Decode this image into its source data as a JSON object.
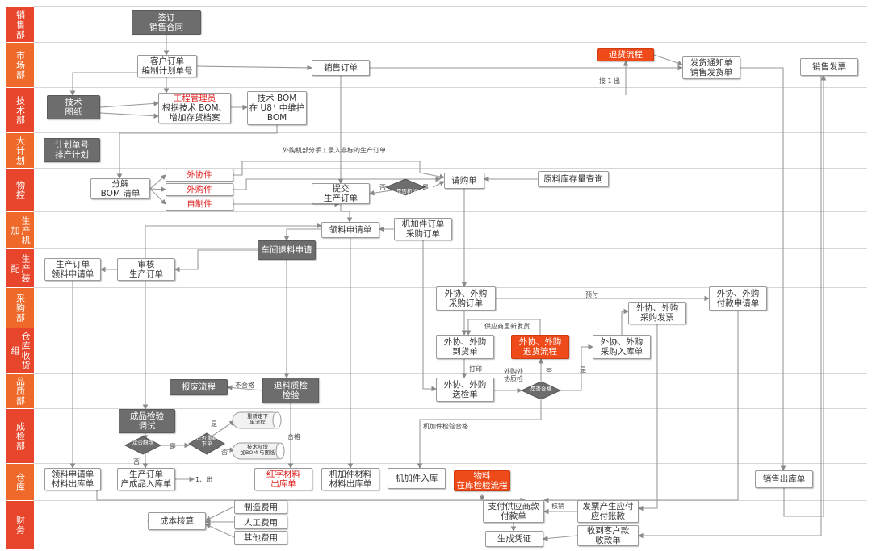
{
  "lanes": [
    {
      "id": "sales",
      "label": "销售部"
    },
    {
      "id": "market",
      "label": "市场部"
    },
    {
      "id": "tech",
      "label": "技术部"
    },
    {
      "id": "plan",
      "label": "大计划"
    },
    {
      "id": "material",
      "label": "物控"
    },
    {
      "id": "machining",
      "label": "生产机加"
    },
    {
      "id": "assembly",
      "label": "生产装配"
    },
    {
      "id": "purchase",
      "label": "采购部"
    },
    {
      "id": "receiving",
      "label": "仓库收货组"
    },
    {
      "id": "quality",
      "label": "品质部"
    },
    {
      "id": "inspection",
      "label": "成检部"
    },
    {
      "id": "warehouse",
      "label": "仓库"
    },
    {
      "id": "finance",
      "label": "财务"
    }
  ],
  "nodes": {
    "sign_contract": "签订\n销售合同",
    "customer_order": "客户订单\n编制计划单号",
    "sales_order": "销售订单",
    "return_flow": "退货流程",
    "delivery_notice": "发货通知单\n销售发货单",
    "sales_invoice": "销售发票",
    "tech_drawing": "技术\n图纸",
    "eng_admin_title": "工程管理员",
    "eng_admin_body": "根据技术 BOM、\n增加存货档案",
    "tech_bom": "技术 BOM\n在 U8⁺ 中维护\nBOM",
    "plan_no": "计划单号\n排产计划",
    "decompose_bom": "分解\nBOM 清单",
    "outsourced": "外协件",
    "purchased": "外购件",
    "self_made": "自制件",
    "submit_prod_order": "提交\n生产订单",
    "requisition": "请购单",
    "raw_stock_query": "原料库存量查询",
    "material_req": "领料申请单",
    "machining_order": "机加件订单\n采购订单",
    "workshop_return": "车间退料申请",
    "prod_order_req": "生产订单\n领料申请单",
    "review_order": "审核\n生产订单",
    "purchase_order": "外协、外购\n采购订单",
    "payment_request": "外协、外购\n付款申请单",
    "purchase_invoice": "外协、外购\n采购发票",
    "arrival_note": "外协、外购\n到货单",
    "return_flow2": "外协、外购\n退货流程",
    "purchase_receipt": "外协、外购\n采购入库单",
    "scrap_flow": "报废流程",
    "return_qc": "退料质检\n检验",
    "inspection_note": "外协、外购\n送检单",
    "fg_inspection": "成品检验\n调试",
    "mat_issue_req": "领料申请单\n材料出库单",
    "fg_receipt": "生产订单\n产成品入库单",
    "red_issue": "红字材料\n出库单",
    "machined_issue": "机加件材料\n材料出库单",
    "machined_in": "机加件入库",
    "material_flow": "物料\n在库检验流程",
    "sales_out": "销售出库单",
    "cost_calc": "成本核算",
    "mfg_cost": "制造费用",
    "labor_cost": "人工费用",
    "other_cost": "其他费用",
    "pay_supplier": "支付供应商款\n付款单",
    "invoice_payable": "发票产生应付\n应付账款",
    "receive_payment": "收到客户款\n收款单",
    "voucher": "生成凭证"
  },
  "decisions": {
    "need_machining": "是否机加",
    "qualified": "是否合格",
    "rework": "是否翻改",
    "redo_order": "是否重新\n下单"
  },
  "cylinders": {
    "reorder": "重新走下\n单流程",
    "tech_add_bom": "技术部增\n加BOM 与图纸"
  },
  "edge_labels": {
    "receive_one": "接 1 出",
    "outsource_manual": "外购机部分手工录入非标的生产订单",
    "no1": "否",
    "yes1": "是",
    "prepay": "预付",
    "supplier_resend": "供应商重新发货",
    "print": "打印",
    "outsource_qc": "外购外\n协质检",
    "no2": "否",
    "yes2": "是",
    "unqualified": "不合格",
    "qualified": "合格",
    "machined_pass": "机加件检验合格",
    "yes3": "是",
    "yes4": "是",
    "no3": "否",
    "no4": "否",
    "one_out": "1、出",
    "verify": "核销"
  },
  "colors": {
    "lane": "#e8462c",
    "dark": "#6d6d6d",
    "accent": "#ee4a1a",
    "red_text": "#e02020"
  }
}
